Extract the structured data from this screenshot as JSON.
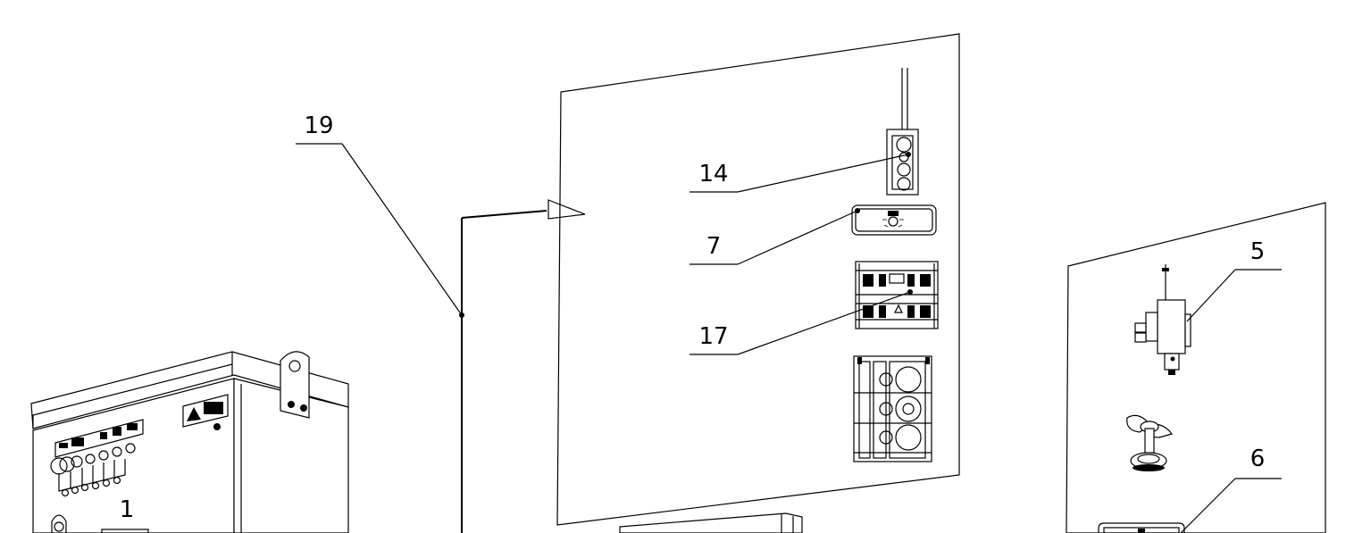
{
  "callouts": {
    "c19": "19",
    "c14": "14",
    "c7": "7",
    "c17": "17",
    "c5": "5",
    "c6": "6",
    "c1": "1"
  }
}
